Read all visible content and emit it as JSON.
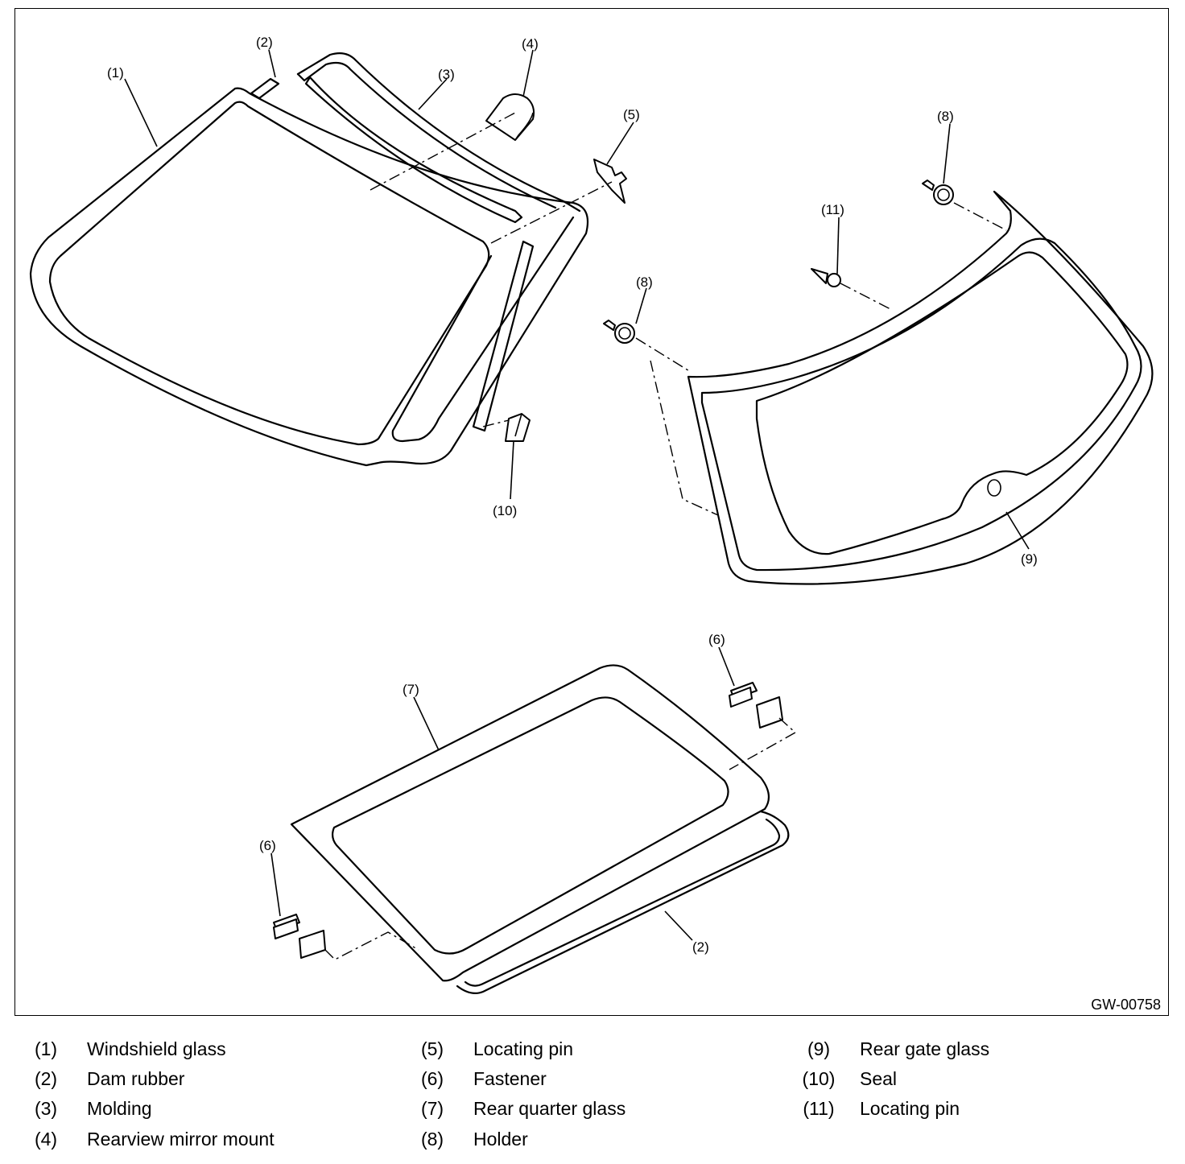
{
  "figure_id": "GW-00758",
  "callouts": {
    "c1": "(1)",
    "c2a": "(2)",
    "c2b": "(2)",
    "c3": "(3)",
    "c4": "(4)",
    "c5": "(5)",
    "c6a": "(6)",
    "c6b": "(6)",
    "c7": "(7)",
    "c8a": "(8)",
    "c8b": "(8)",
    "c9": "(9)",
    "c10": "(10)",
    "c11": "(11)"
  },
  "legend": [
    {
      "num": "(1)",
      "name": "Windshield glass"
    },
    {
      "num": "(2)",
      "name": "Dam rubber"
    },
    {
      "num": "(3)",
      "name": "Molding"
    },
    {
      "num": "(4)",
      "name": "Rearview mirror mount"
    },
    {
      "num": "(5)",
      "name": "Locating pin"
    },
    {
      "num": "(6)",
      "name": "Fastener"
    },
    {
      "num": "(7)",
      "name": "Rear quarter glass"
    },
    {
      "num": "(8)",
      "name": "Holder"
    },
    {
      "num": "(9)",
      "name": "Rear gate glass"
    },
    {
      "num": "(10)",
      "name": "Seal"
    },
    {
      "num": "(11)",
      "name": "Locating pin"
    }
  ]
}
